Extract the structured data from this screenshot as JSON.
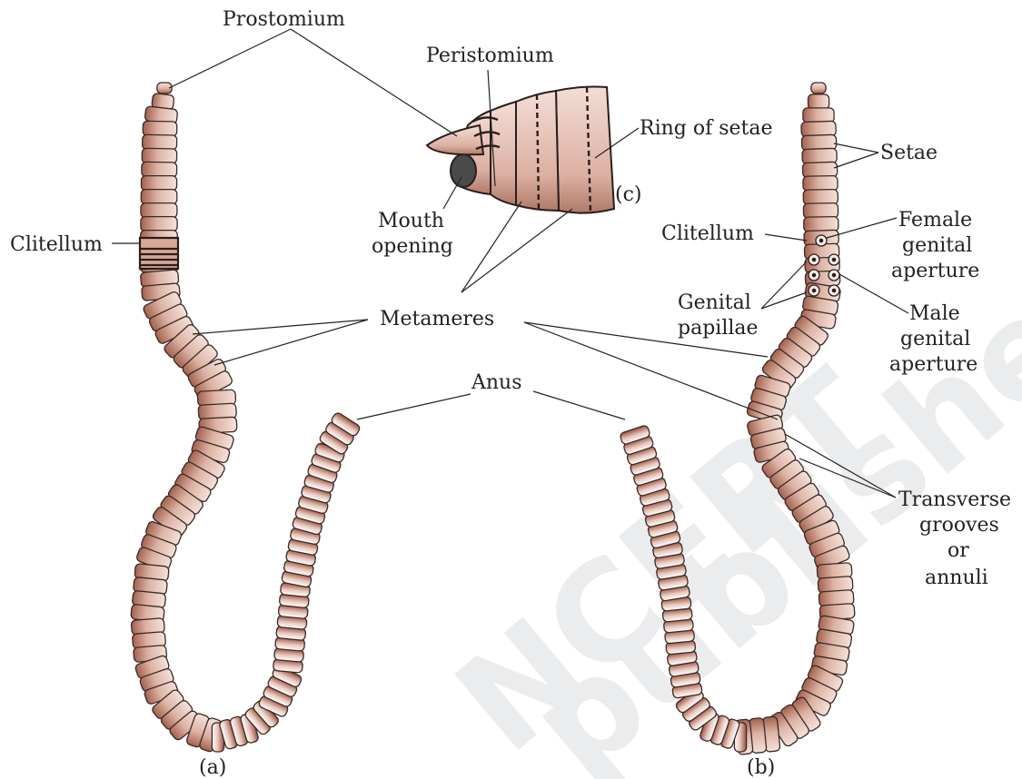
{
  "watermark": {
    "text_1": "NCERT",
    "text_2": "published"
  },
  "colors": {
    "body_light": "#f3ddd5",
    "body_mid": "#d8ab9d",
    "body_dark": "#9a5a48",
    "ventral_band": "#a45a44",
    "outline": "#3a2a26",
    "mouth": "#4a4a4a",
    "label": "#222222"
  },
  "labels": {
    "prostomium": "Prostomium",
    "peristomium": "Peristomium",
    "ring_of_setae": "Ring of setae",
    "mouth_opening_line1": "Mouth",
    "mouth_opening_line2": "opening",
    "panel_c": "(c)",
    "clitellum_a": "Clitellum",
    "metameres": "Metameres",
    "anus": "Anus",
    "setae": "Setae",
    "clitellum_b": "Clitellum",
    "female_line1": "Female",
    "female_line2": "genital",
    "female_line3": "aperture",
    "genital_papillae_line1": "Genital",
    "genital_papillae_line2": "papillae",
    "male_line1": "Male",
    "male_line2": "genital",
    "male_line3": "aperture",
    "transverse_line1": "Transverse",
    "transverse_line2": "grooves",
    "transverse_line3": "or",
    "transverse_line4": "annuli",
    "panel_a": "(a)",
    "panel_b": "(b)"
  }
}
